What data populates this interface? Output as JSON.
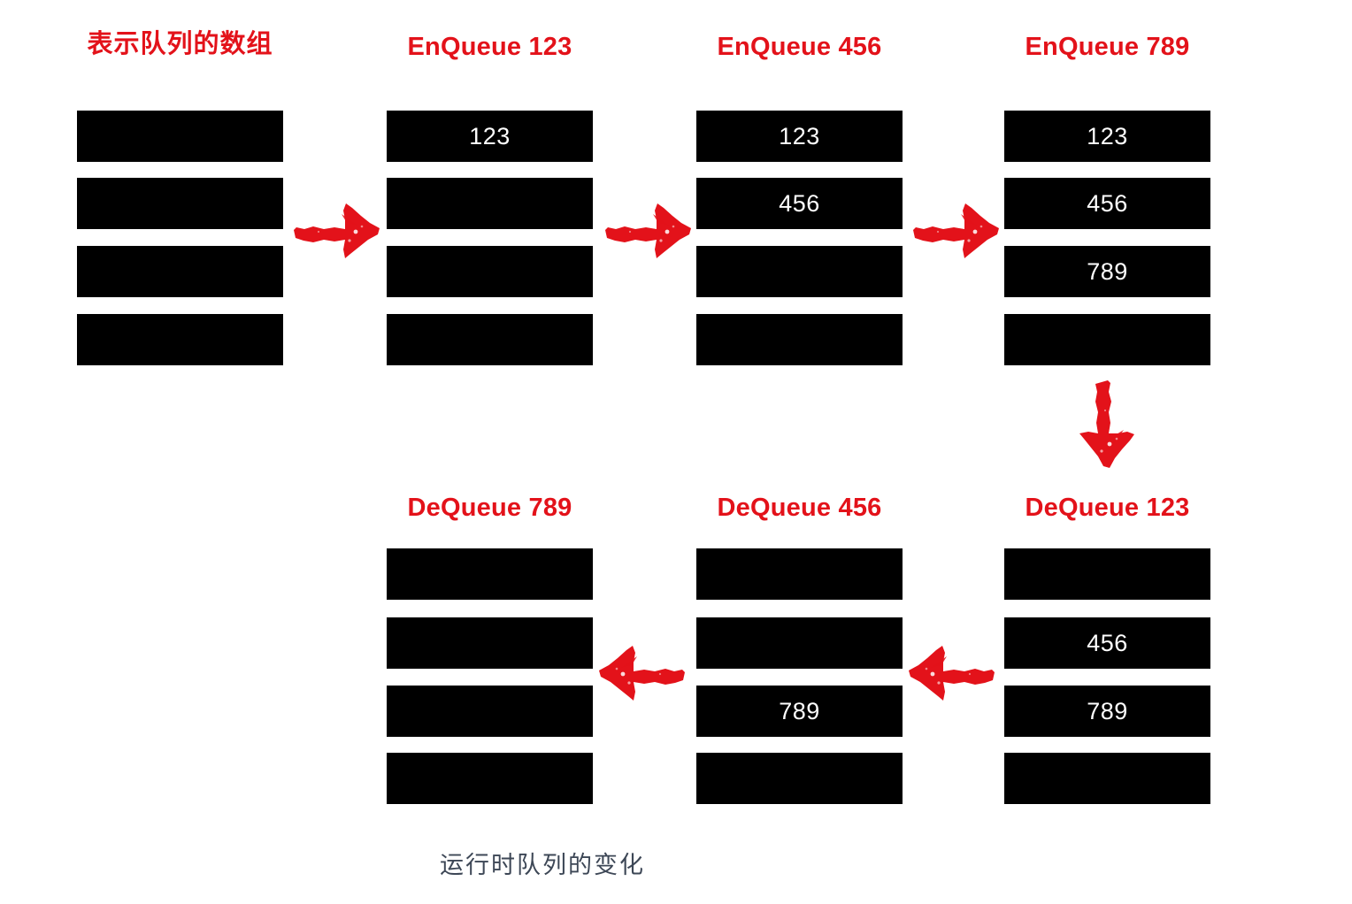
{
  "diagram": {
    "caption": "运行时队列的变化",
    "accent_color": "#e3121a",
    "cell_color": "#000000",
    "cell_text_color": "#ffffff",
    "caption_color": "#3d4756",
    "background_color": "#ffffff"
  },
  "top_row": {
    "columns": [
      {
        "id": "initial-array",
        "header": "表示队列的数组",
        "header_is_cjk": true,
        "cells": [
          "",
          "",
          "",
          ""
        ]
      },
      {
        "id": "enqueue-123",
        "header": "EnQueue 123",
        "header_is_cjk": false,
        "cells": [
          "123",
          "",
          "",
          ""
        ]
      },
      {
        "id": "enqueue-456",
        "header": "EnQueue 456",
        "header_is_cjk": false,
        "cells": [
          "123",
          "456",
          "",
          ""
        ]
      },
      {
        "id": "enqueue-789",
        "header": "EnQueue 789",
        "header_is_cjk": false,
        "cells": [
          "123",
          "456",
          "789",
          ""
        ]
      }
    ]
  },
  "bottom_row": {
    "columns": [
      {
        "id": "dequeue-789",
        "header": "DeQueue 789",
        "header_is_cjk": false,
        "cells": [
          "",
          "",
          "",
          ""
        ]
      },
      {
        "id": "dequeue-456",
        "header": "DeQueue 456",
        "header_is_cjk": false,
        "cells": [
          "",
          "",
          "789",
          ""
        ]
      },
      {
        "id": "dequeue-123",
        "header": "DeQueue 123",
        "header_is_cjk": false,
        "cells": [
          "",
          "456",
          "789",
          ""
        ]
      }
    ]
  },
  "arrows": [
    {
      "id": "arrow-initial-to-enqueue123",
      "direction": "right"
    },
    {
      "id": "arrow-enqueue123-to-enqueue456",
      "direction": "right"
    },
    {
      "id": "arrow-enqueue456-to-enqueue789",
      "direction": "right"
    },
    {
      "id": "arrow-enqueue789-to-dequeue123",
      "direction": "down"
    },
    {
      "id": "arrow-dequeue123-to-dequeue456",
      "direction": "left"
    },
    {
      "id": "arrow-dequeue456-to-dequeue789",
      "direction": "left"
    }
  ]
}
